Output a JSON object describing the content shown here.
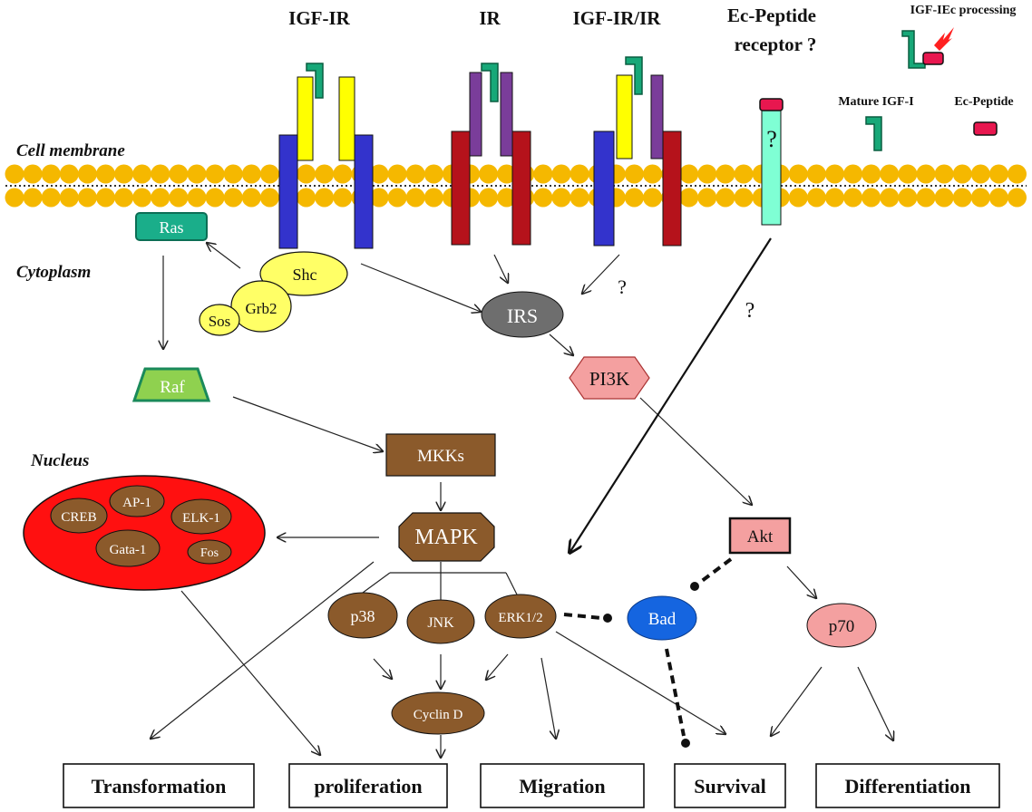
{
  "receptors": {
    "igf_ir": "IGF-IR",
    "ir": "IR",
    "igf_ir_ir": "IGF-IR/IR",
    "ec_peptide_receptor_line1": "Ec-Peptide",
    "ec_peptide_receptor_line2": "receptor ?",
    "unknown_mark": "?"
  },
  "legend": {
    "processing": "IGF-IEc processing",
    "mature_igf": "Mature IGF-I",
    "ec_peptide": "Ec-Peptide"
  },
  "regions": {
    "cell_membrane": "Cell  membrane",
    "cytoplasm": "Cytoplasm",
    "nucleus": "Nucleus"
  },
  "nodes": {
    "ras": "Ras",
    "shc": "Shc",
    "grb2": "Grb2",
    "sos": "Sos",
    "irs": "IRS",
    "pi3k": "PI3K",
    "raf": "Raf",
    "mkks": "MKKs",
    "mapk": "MAPK",
    "akt": "Akt",
    "p38": "p38",
    "jnk": "JNK",
    "erk": "ERK1/2",
    "bad": "Bad",
    "p70": "p70",
    "cyclin_d": "Cyclin D"
  },
  "nucleus_factors": [
    "CREB",
    "AP-1",
    "ELK-1",
    "Gata-1",
    "Fos"
  ],
  "question_marks": {
    "ir_irs": "?",
    "ec_mapk": "?"
  },
  "outcomes": [
    "Transformation",
    "proliferation",
    "Migration",
    "Survival",
    "Differentiation"
  ],
  "colors": {
    "membrane_bead": "#f5b800",
    "igf_ir_chain": "#3333cc",
    "alpha_chain": "#ffff00",
    "ir_chain": "#b5121b",
    "ir_alpha": "#7a3d9a",
    "igf_ligand": "#17a878",
    "ec_peptide": "#e8174f",
    "ec_receptor": "#7fffd4",
    "ras": "#1aae8a",
    "raf": "#8fd14f",
    "brown_node": "#8b5a2b",
    "irs": "#6e6e6e",
    "pi3k": "#f4a0a0",
    "akt": "#f4a0a0",
    "bad": "#1565e0",
    "p70": "#f4a0a0",
    "nucleus": "#ff1010",
    "shc_grb2_sos": "#ffff66"
  }
}
